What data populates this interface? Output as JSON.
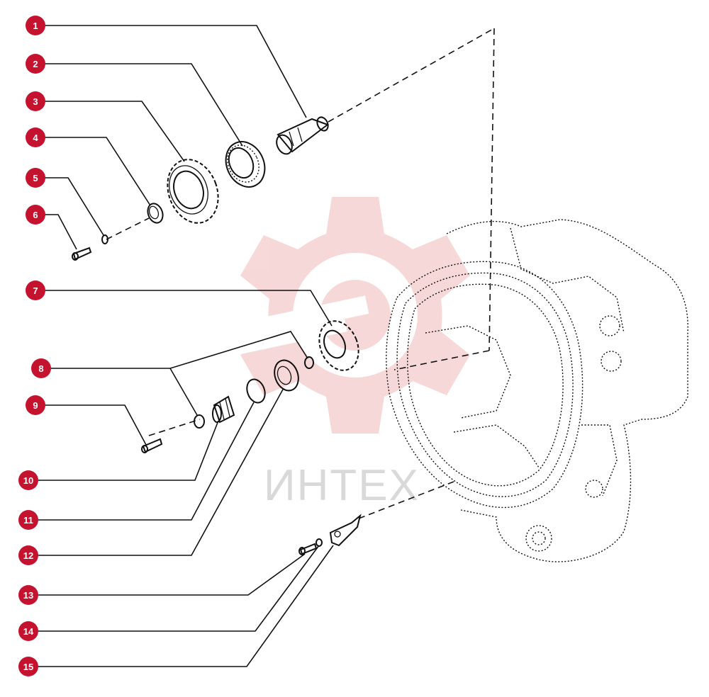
{
  "diagram": {
    "callouts": [
      {
        "id": "callout-1",
        "label": "1"
      },
      {
        "id": "callout-2",
        "label": "2"
      },
      {
        "id": "callout-3",
        "label": "3"
      },
      {
        "id": "callout-4",
        "label": "4"
      },
      {
        "id": "callout-5",
        "label": "5"
      },
      {
        "id": "callout-6",
        "label": "6"
      },
      {
        "id": "callout-7",
        "label": "7"
      },
      {
        "id": "callout-8",
        "label": "8"
      },
      {
        "id": "callout-9",
        "label": "9"
      },
      {
        "id": "callout-10",
        "label": "10"
      },
      {
        "id": "callout-11",
        "label": "11"
      },
      {
        "id": "callout-12",
        "label": "12"
      },
      {
        "id": "callout-13",
        "label": "13"
      },
      {
        "id": "callout-14",
        "label": "14"
      },
      {
        "id": "callout-15",
        "label": "15"
      }
    ],
    "watermark": {
      "text": "ИНТЕХ",
      "logo_icon": "gear-logo-icon",
      "color": "#f0b9b9"
    },
    "colors": {
      "badge": "#c4122f",
      "line": "#111111"
    }
  }
}
